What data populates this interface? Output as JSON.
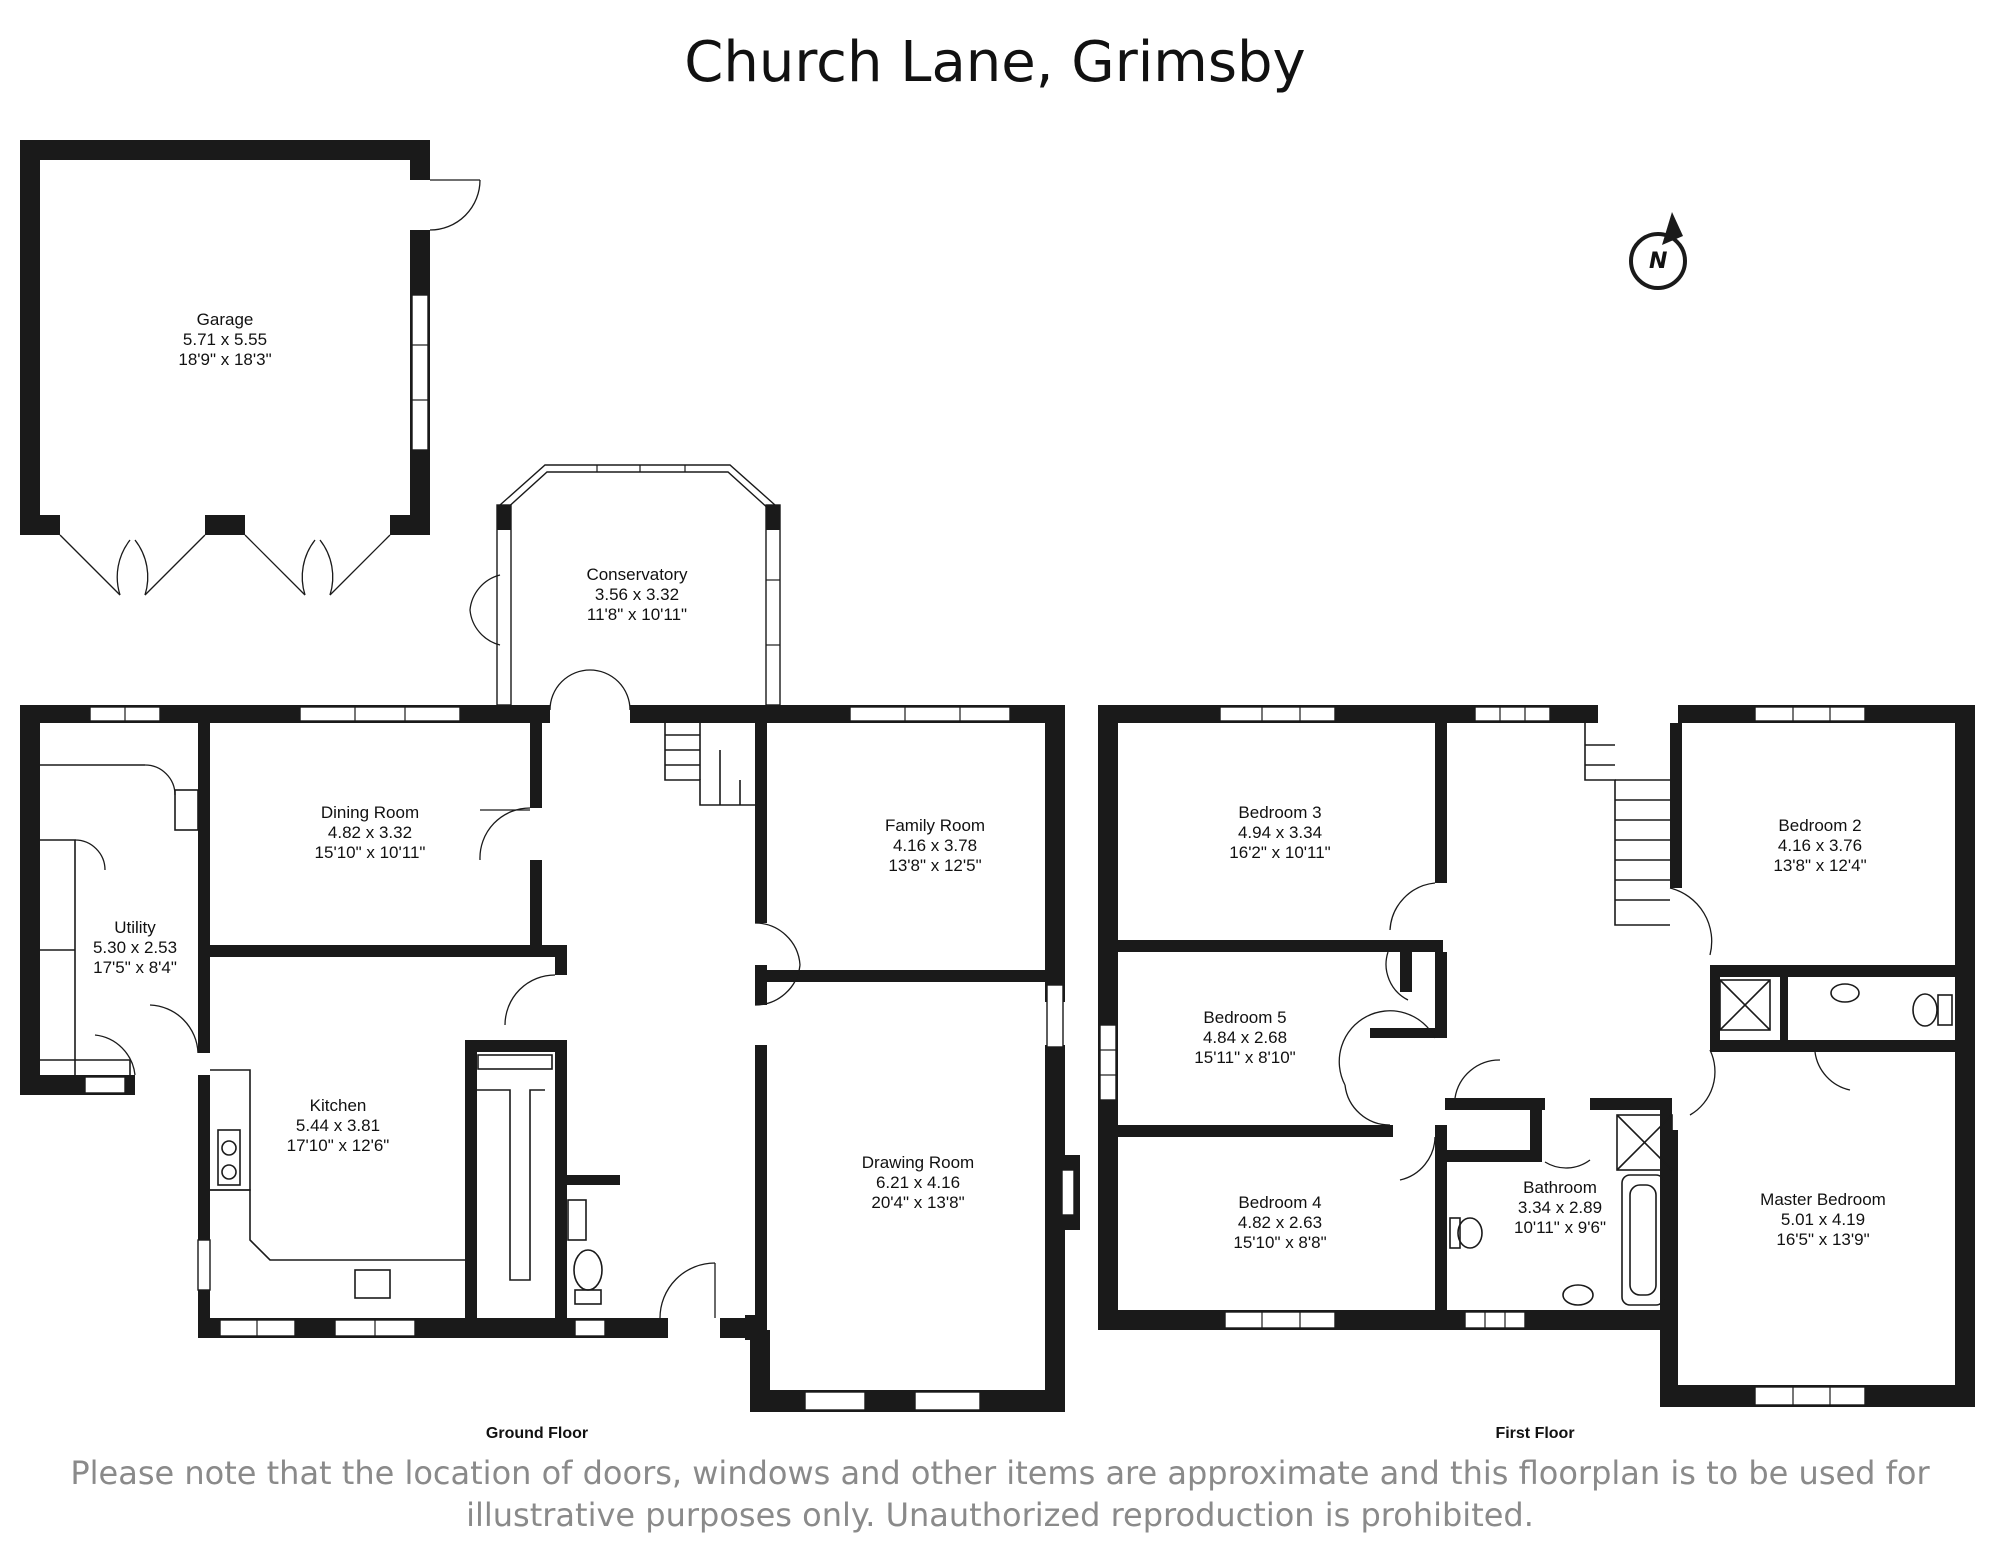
{
  "title": "Church Lane, Grimsby",
  "compass": {
    "label": "N"
  },
  "floors": [
    {
      "label": "Ground Floor"
    },
    {
      "label": "First Floor"
    }
  ],
  "rooms": {
    "garage": {
      "name": "Garage",
      "metric": "5.71 x 5.55",
      "imperial": "18'9\" x 18'3\""
    },
    "conservatory": {
      "name": "Conservatory",
      "metric": "3.56 x 3.32",
      "imperial": "11'8\" x 10'11\""
    },
    "dining": {
      "name": "Dining Room",
      "metric": "4.82 x 3.32",
      "imperial": "15'10\" x 10'11\""
    },
    "family": {
      "name": "Family Room",
      "metric": "4.16 x 3.78",
      "imperial": "13'8\" x 12'5\""
    },
    "utility": {
      "name": "Utility",
      "metric": "5.30 x 2.53",
      "imperial": "17'5\" x 8'4\""
    },
    "kitchen": {
      "name": "Kitchen",
      "metric": "5.44 x 3.81",
      "imperial": "17'10\" x 12'6\""
    },
    "drawing": {
      "name": "Drawing Room",
      "metric": "6.21 x 4.16",
      "imperial": "20'4\" x 13'8\""
    },
    "bed3": {
      "name": "Bedroom 3",
      "metric": "4.94 x 3.34",
      "imperial": "16'2\" x 10'11\""
    },
    "bed2": {
      "name": "Bedroom 2",
      "metric": "4.16 x 3.76",
      "imperial": "13'8\" x 12'4\""
    },
    "bed5": {
      "name": "Bedroom 5",
      "metric": "4.84 x 2.68",
      "imperial": "15'11\" x 8'10\""
    },
    "bed4": {
      "name": "Bedroom 4",
      "metric": "4.82 x 2.63",
      "imperial": "15'10\" x 8'8\""
    },
    "bathroom": {
      "name": "Bathroom",
      "metric": "3.34 x 2.89",
      "imperial": "10'11\" x 9'6\""
    },
    "master": {
      "name": "Master Bedroom",
      "metric": "5.01 x 4.19",
      "imperial": "16'5\" x 13'9\""
    }
  },
  "disclaimer": "Please note that the location of doors, windows and other items are approximate and this floorplan is to be used for illustrative purposes only. Unauthorized reproduction is prohibited."
}
